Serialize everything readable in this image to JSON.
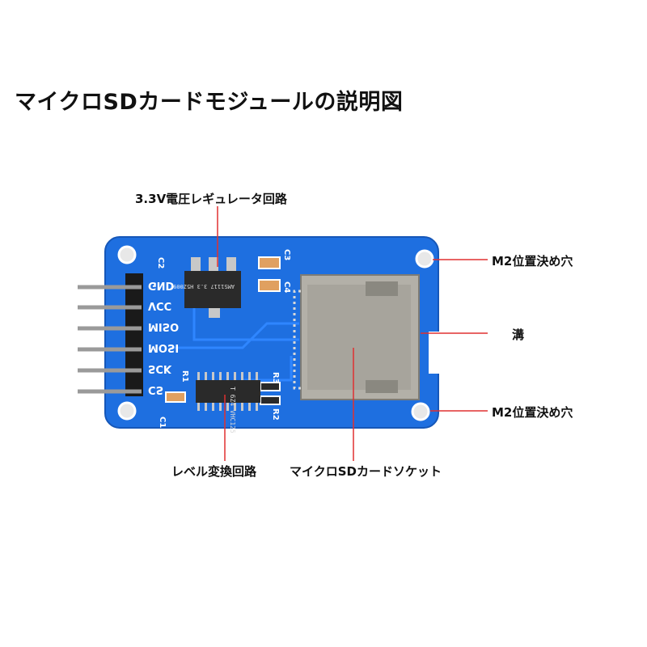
{
  "title": "マイクロSDカードモジュールの説明図",
  "callouts": {
    "regulator": "3.3V電圧レギュレータ回路",
    "hole_top": "M2位置決め穴",
    "groove": "溝",
    "hole_bottom": "M2位置決め穴",
    "level_shifter": "レベル変換回路",
    "sd_socket": "マイクロSDカードソケット"
  },
  "pins": [
    "GND",
    "VCC",
    "MISO",
    "MOSI",
    "SCK",
    "CS"
  ],
  "silkscreen": {
    "c2": "C2",
    "c3": "C3",
    "c4": "C4",
    "c1": "C1",
    "r1": "R1",
    "r2": "R2",
    "r3": "R3",
    "regulator_mark": "AMS1117  3.3  H5Z009",
    "chip_mark": "T 6Z4  VHC125"
  },
  "colors": {
    "pcb": "#1e6fe0",
    "pcb_dark": "#1657b8",
    "socket": "#b3b0a8",
    "leader": "#e03030",
    "pin_metal": "#9a9a9a"
  }
}
